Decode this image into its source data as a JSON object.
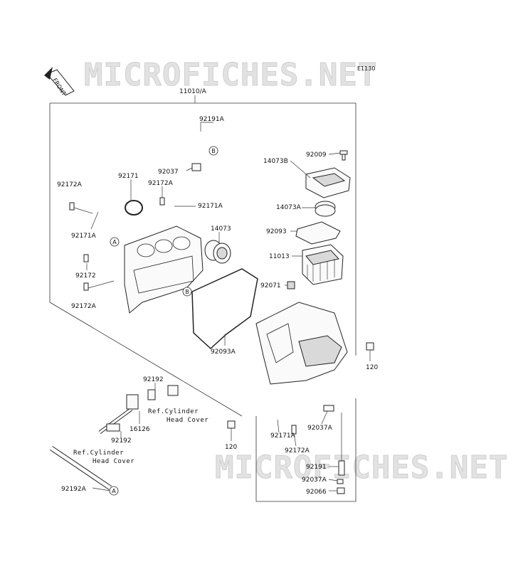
{
  "diagram": {
    "code": "E1130",
    "watermarks": [
      "MICROFICHES.NET",
      "MICROFICHES.NET"
    ],
    "front_label": "FRONT",
    "assembly_label": "11010/A",
    "callouts": {
      "A": "A",
      "B": "B"
    },
    "parts": [
      "92191A",
      "92037",
      "92009",
      "14073B",
      "92171",
      "92172A",
      "92172A",
      "92171A",
      "14073A",
      "92171A",
      "14073",
      "92093",
      "11013",
      "92172",
      "92071",
      "92172A",
      "92093A",
      "120",
      "92192",
      "Ref.Cylinder",
      "Head Cover",
      "16126",
      "92192",
      "92037A",
      "120",
      "92171A",
      "92172A",
      "Ref.Cylinder",
      "Head Cover",
      "92191",
      "92037A",
      "92192A",
      "92066"
    ]
  }
}
